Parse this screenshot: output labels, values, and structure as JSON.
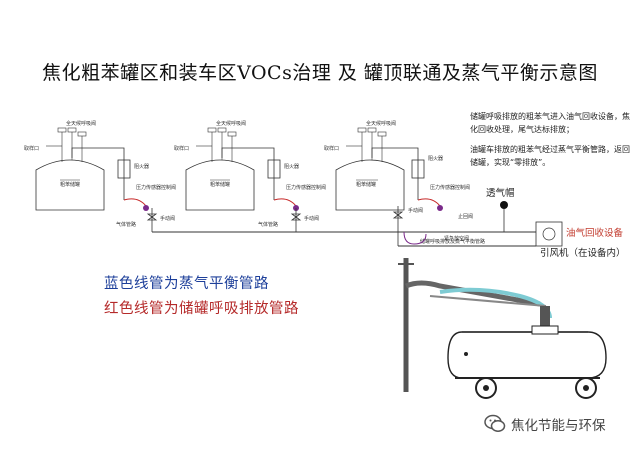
{
  "title": "焦化粗苯罐区和装车区VOCs治理  及  罐顶联通及蒸气平衡示意图",
  "notes": {
    "note1": "储罐呼吸排放的粗苯气进入油气回收设备，焦化回收处理，尾气达标排放；",
    "note2": "油罐车排放的粗苯气经过蒸气平衡管路，返回储罐，实现“零排放”。"
  },
  "legend": {
    "blue": "蓝色线管为蒸气平衡管路",
    "red": "红色线管为储罐呼吸排放管路"
  },
  "labels": {
    "breather_valve": "透气帽",
    "recovery_unit": "油气回收设备",
    "fan": "引风机（在设备内）",
    "balance_pipe": "储罐呼吸排放及蒸气平衡管路",
    "control_valve": "压力传感器控制阀",
    "check_valve": "止回阀",
    "tank_name": "粗苯储罐",
    "pressure_relief": "全天候呼吸阀",
    "flame_arrester": "阻火器",
    "sampling": "取样口",
    "valve": "手动阀",
    "gas_pipe": "气体管路",
    "emergency_vent": "紧急放空阀",
    "tank_label": "储罐"
  },
  "colors": {
    "pipe": "#333333",
    "balance_pipe": "#1565c0",
    "vent_pipe": "#c62828",
    "hose": "#7ecbd3",
    "recovery": "#c23b2e",
    "legend_blue": "#1d3f9a",
    "legend_red": "#b52a2a",
    "valve_purple": "#7a2a8a"
  },
  "watermark": {
    "text": "焦化节能与环保",
    "icon": "wechat-icon"
  }
}
